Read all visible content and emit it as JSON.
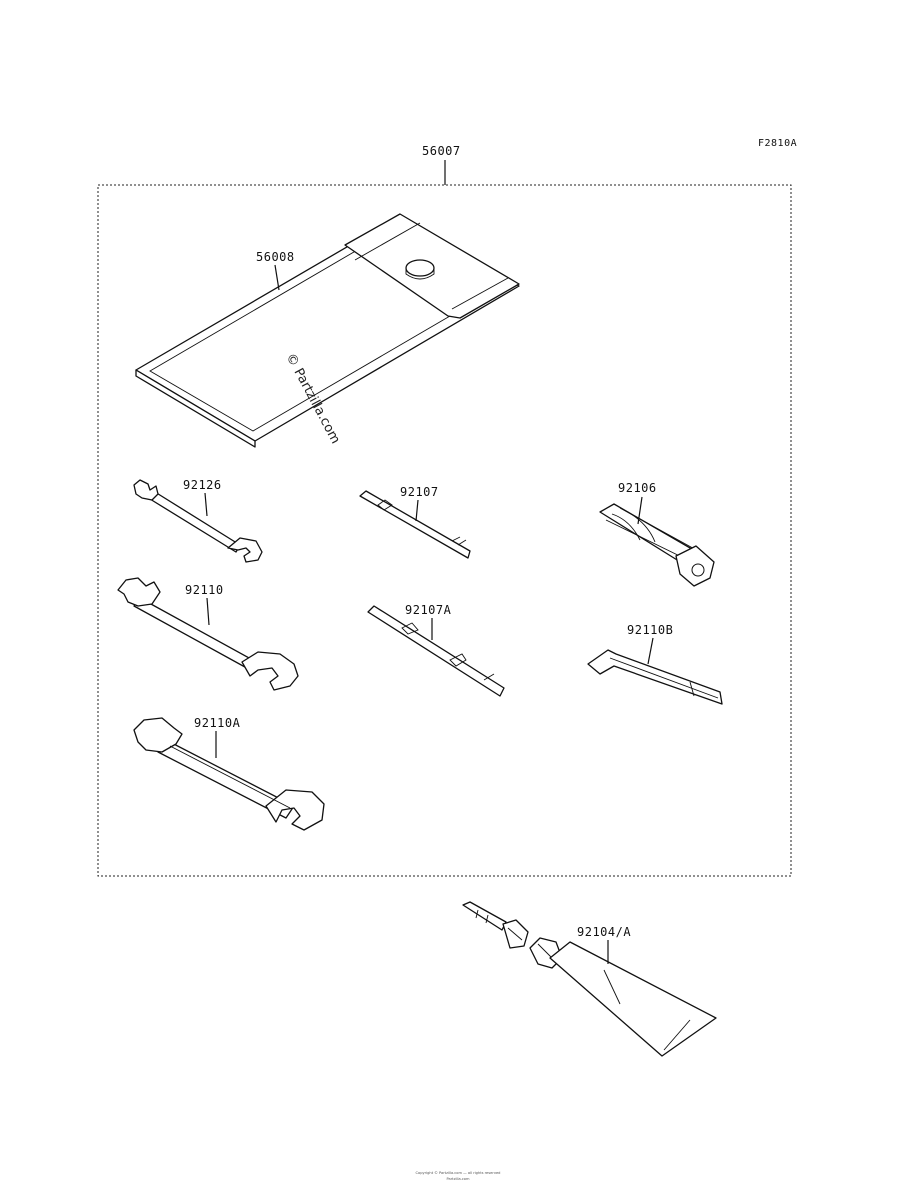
{
  "figure_code": "F2810A",
  "kit": {
    "part_number": "56007"
  },
  "parts": {
    "case": "56008",
    "wrench_small": "92126",
    "screwdriver": "92107",
    "socket": "92106",
    "wrench_medium": "92110",
    "screwdriver_a": "92107A",
    "hex_key": "92110B",
    "wrench_large": "92110A",
    "grease_tube": "92104/A"
  },
  "watermark": "© Partzilla.com",
  "footer": {
    "line1": "Copyright © Partzilla.com — all rights reserved",
    "line2": "Partzilla.com"
  }
}
